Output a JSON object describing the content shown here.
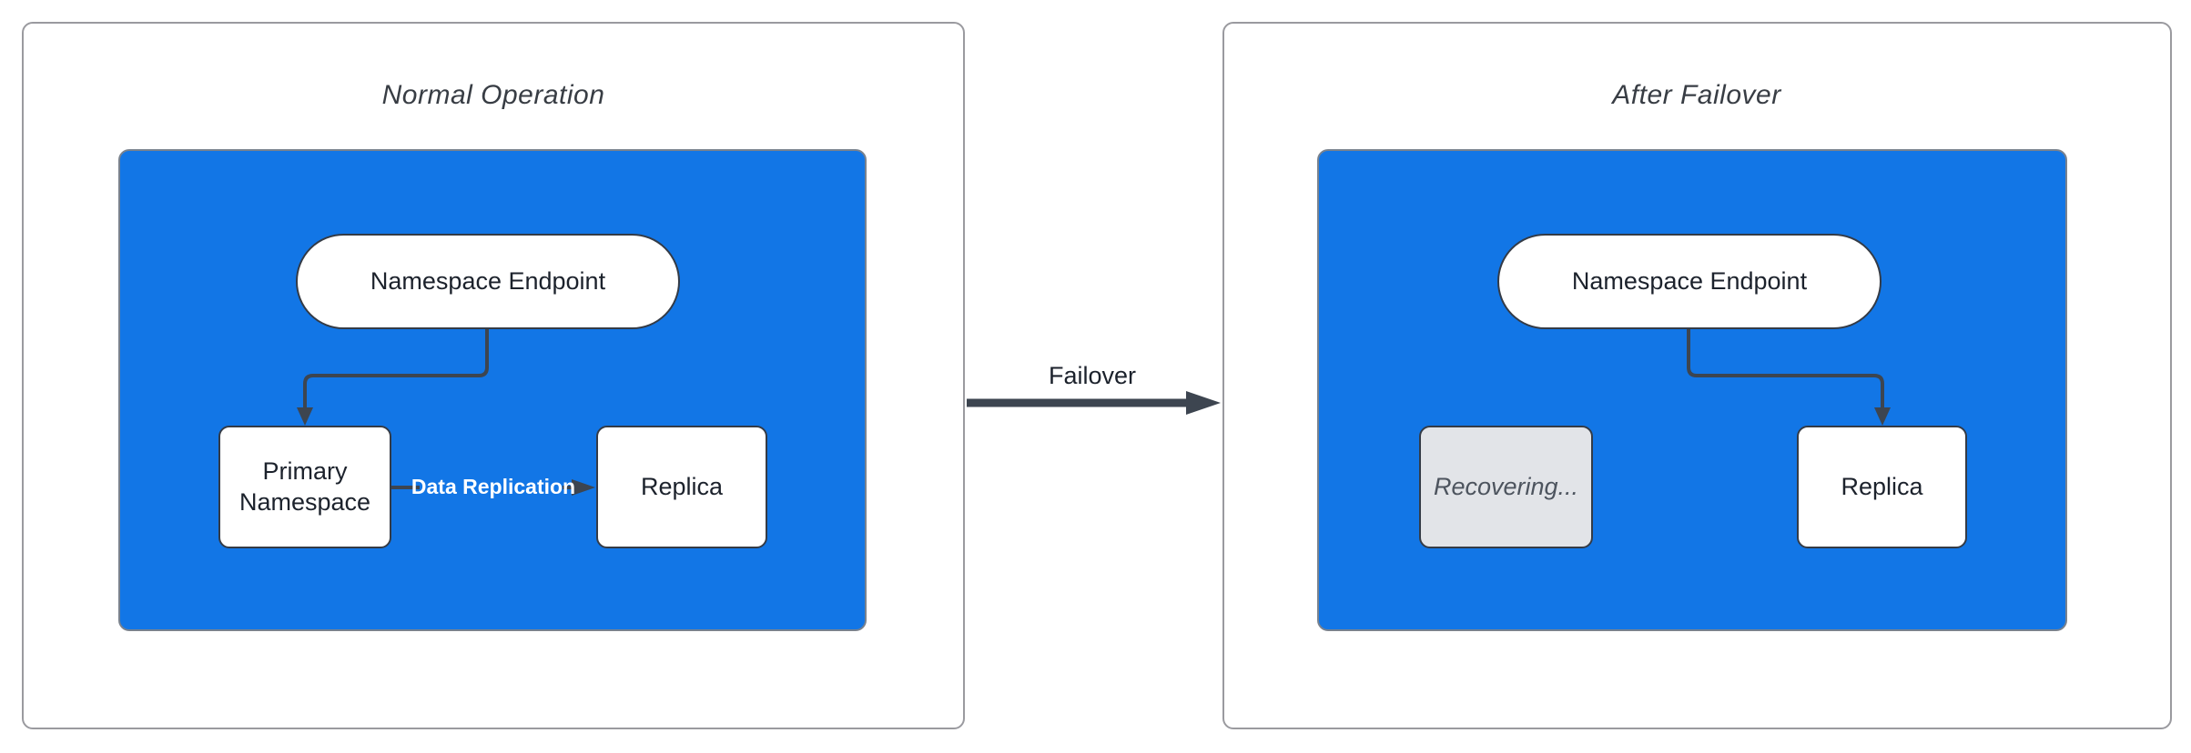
{
  "colors": {
    "container-fill": "#1276e6",
    "container-border": "#79828e",
    "edge": "#3d4550",
    "node-border": "#343b46",
    "node-fill": "#ffffff",
    "node-text": "#1c222c",
    "panel-border": "#9a9a9f",
    "title-text": "#383d44",
    "recovering-fill": "#e2e4e8",
    "recovering-border": "#343b46",
    "recovering-text": "#4d545e",
    "edge-label-text": "#ffffff"
  },
  "left_panel": {
    "title": "Normal Operation",
    "endpoint_label": "Namespace Endpoint",
    "primary_label": "Primary Namespace",
    "replica_label": "Replica",
    "replication_edge_label": "Data Replication"
  },
  "failover": {
    "label": "Failover"
  },
  "right_panel": {
    "title": "After Failover",
    "endpoint_label": "Namespace Endpoint",
    "recovering_label": "Recovering...",
    "replica_label": "Replica"
  }
}
